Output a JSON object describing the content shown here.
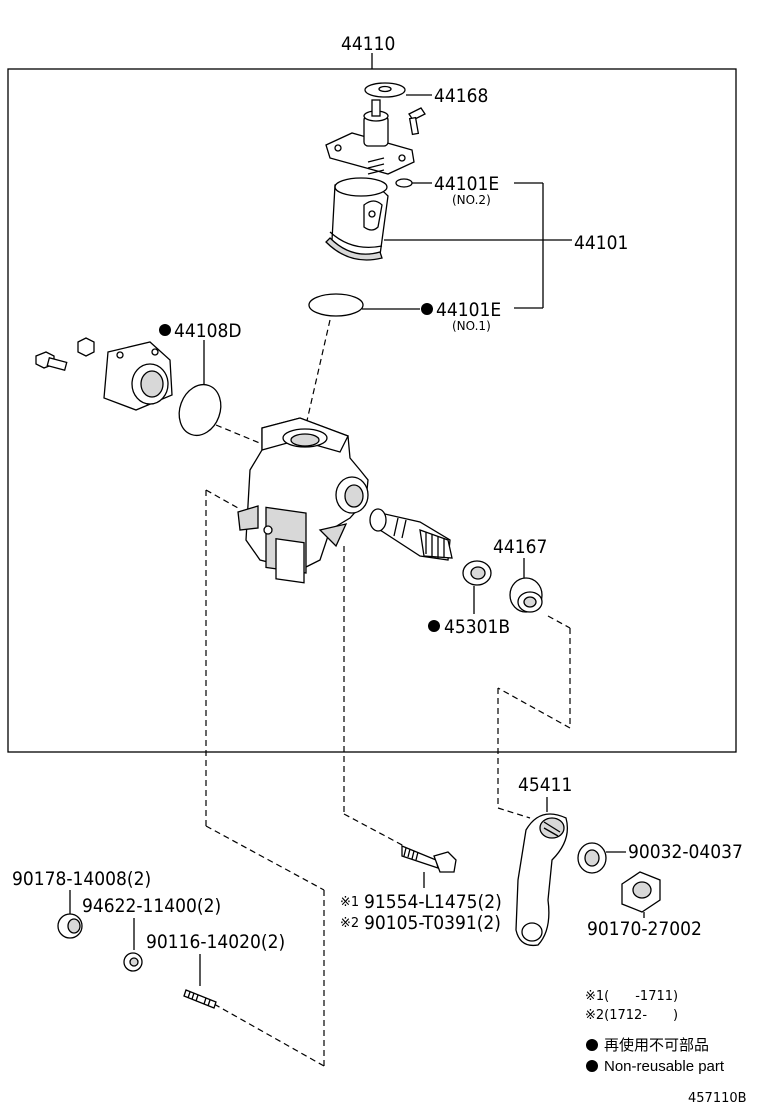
{
  "callouts": {
    "assembly": "44110",
    "c44168": "44168",
    "c44101E_2": "44101E",
    "c44101E_2_sub": "(NO.2)",
    "c44101": "44101",
    "c44101E_1": "44101E",
    "c44101E_1_sub": "(NO.1)",
    "c44108D": "44108D",
    "c44167": "44167",
    "c45301B": "45301B",
    "c45411": "45411",
    "c90032": "90032-04037",
    "c90170": "90170-27002",
    "c90178": "90178-14008(2)",
    "c94622": "94622-11400(2)",
    "c90116": "90116-14020(2)",
    "c91554": "91554-L1475(2)",
    "c90105": "90105-T0391(2)",
    "mark1": "※1",
    "mark2": "※2"
  },
  "notes": {
    "n1": "※1(　　-1711)",
    "n2": "※2(1712-　　)"
  },
  "legend": {
    "jp": "再使用不可部品",
    "en": "Non-reusable part"
  },
  "figure_id": "457110B"
}
